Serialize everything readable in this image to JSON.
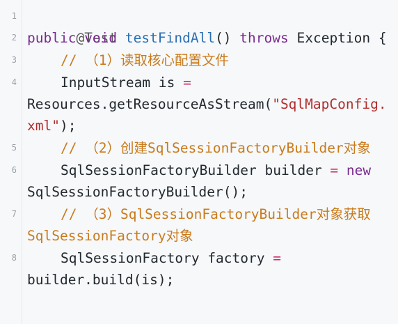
{
  "editor": {
    "line_numbers": [
      "1",
      "2",
      "3",
      "4",
      "5",
      "6",
      "7",
      "8"
    ],
    "code": {
      "l1": {
        "annotation": "@Test"
      },
      "l2": {
        "kw1": "public",
        "kw2": "void",
        "method": "testFindAll",
        "paren": "() ",
        "throws": "throws",
        "rest": " Exception {"
      },
      "l3": {
        "comment": "// （1）读取核心配置文件"
      },
      "l4": {
        "text": "InputStream is ",
        "op": "="
      },
      "l4b": {
        "text1": "Resources.getResourceAsStream(",
        "string": "\"SqlMapConfig."
      },
      "l4c": {
        "string": "xml\"",
        "text": ");"
      },
      "l5": {
        "comment": "// （2）创建SqlSessionFactoryBuilder对象"
      },
      "l6": {
        "text": "SqlSessionFactoryBuilder builder ",
        "op": "=",
        "kw": "new"
      },
      "l6b": {
        "text": "SqlSessionFactoryBuilder();"
      },
      "l7": {
        "comment": "// （3）SqlSessionFactoryBuilder对象获取"
      },
      "l7b": {
        "comment": "SqlSessionFactory对象"
      },
      "l8": {
        "text": "SqlSessionFactory factory ",
        "op": "="
      },
      "l8b": {
        "text": "builder.build(is);"
      }
    }
  },
  "colors": {
    "background": "#f6f8fa",
    "keyword": "#7a2b8f",
    "method": "#2b6fb3",
    "comment": "#c97b1c",
    "string": "#b22d2d",
    "operator": "#d0286b",
    "line_number": "#9aa0a6"
  }
}
